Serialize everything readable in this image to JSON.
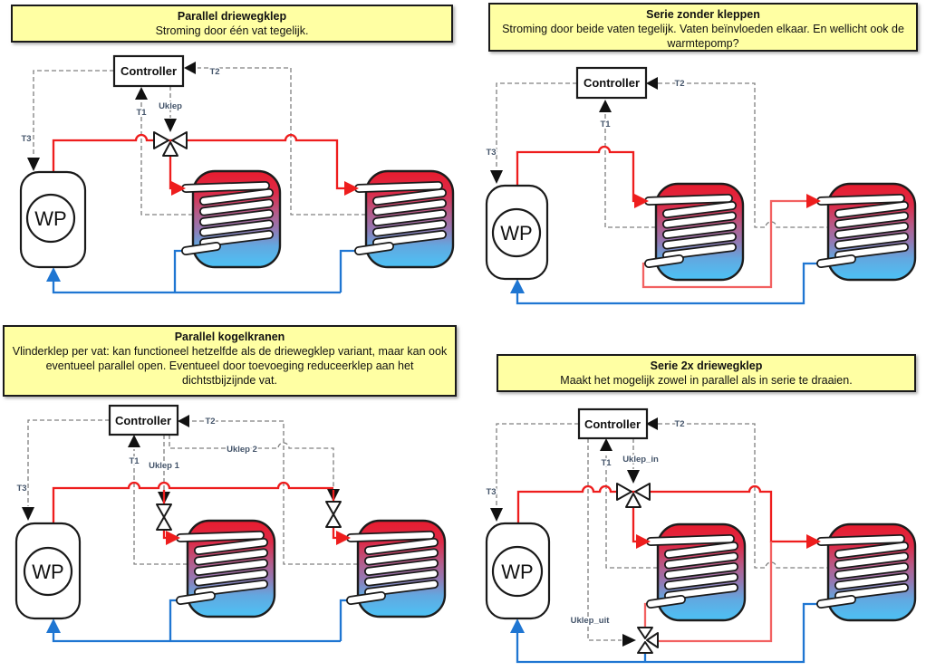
{
  "colors": {
    "supply_pipe": "#ee1d1d",
    "supply_pipe_secondary": "#f26161",
    "return_pipe": "#1f76d2",
    "signal_line": "#808080",
    "label_text": "#44546a",
    "title_box_bg": "#ffffa3",
    "vessel_top": "#e81c2e",
    "vessel_bottom": "#4cc2f5"
  },
  "diagrams": {
    "q1": {
      "title": "Parallel driewegklep",
      "subtitle": "Stroming door één vat tegelijk.",
      "controller": "Controller",
      "wp": "WP",
      "t1": "T1",
      "t2": "T2",
      "t3": "T3",
      "valve": "Uklep"
    },
    "q2": {
      "title": "Serie zonder kleppen",
      "subtitle": "Stroming door beide vaten tegelijk. Vaten beïnvloeden elkaar. En wellicht ook de warmtepomp?",
      "controller": "Controller",
      "wp": "WP",
      "t1": "T1",
      "t2": "T2",
      "t3": "T3"
    },
    "q3": {
      "title": "Parallel kogelkranen",
      "subtitle": "Vlinderklep per vat: kan functioneel hetzelfde als de driewegklep variant, maar kan ook eventueel parallel open. Eventueel door toevoeging reduceerklep aan het dichtstbijzijnde vat.",
      "controller": "Controller",
      "wp": "WP",
      "t1": "T1",
      "t2": "T2",
      "t3": "T3",
      "valve1": "Uklep 1",
      "valve2": "Uklep 2"
    },
    "q4": {
      "title": "Serie 2x driewegklep",
      "subtitle": "Maakt het mogelijk zowel in parallel als in serie te draaien.",
      "controller": "Controller",
      "wp": "WP",
      "t1": "T1",
      "t2": "T2",
      "t3": "T3",
      "valve_in": "Uklep_in",
      "valve_out": "Uklep_uit"
    }
  }
}
